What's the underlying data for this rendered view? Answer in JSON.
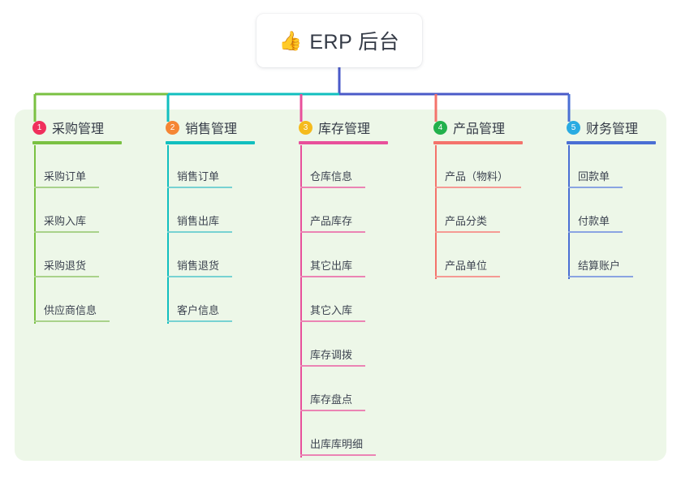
{
  "root": {
    "icon": "thumbs-up-icon",
    "emoji": "👍",
    "title": "ERP 后台"
  },
  "palette": {
    "panel_background": "#edf7e8",
    "page_background": "#ffffff",
    "root_connector": "#4a5ac8",
    "text": "#3d4451"
  },
  "columns": [
    {
      "index": "1",
      "title": "采购管理",
      "badge_color": "#f02f5c",
      "line_color": "#7ac142",
      "leaf_line_color": "#a9d28a",
      "items": [
        {
          "label": "采购订单"
        },
        {
          "label": "采购入库"
        },
        {
          "label": "采购退货"
        },
        {
          "label": "供应商信息"
        }
      ]
    },
    {
      "index": "2",
      "title": "销售管理",
      "badge_color": "#f58634",
      "line_color": "#11bfbf",
      "leaf_line_color": "#77d2d2",
      "items": [
        {
          "label": "销售订单"
        },
        {
          "label": "销售出库"
        },
        {
          "label": "销售退货"
        },
        {
          "label": "客户信息"
        }
      ]
    },
    {
      "index": "3",
      "title": "库存管理",
      "badge_color": "#f5bb1d",
      "line_color": "#e8509b",
      "leaf_line_color": "#eb84b4",
      "items": [
        {
          "label": "仓库信息"
        },
        {
          "label": "产品库存"
        },
        {
          "label": "其它出库"
        },
        {
          "label": "其它入库"
        },
        {
          "label": "库存调拨"
        },
        {
          "label": "库存盘点"
        },
        {
          "label": "出库库明细"
        }
      ]
    },
    {
      "index": "4",
      "title": "产品管理",
      "badge_color": "#22b14c",
      "line_color": "#f4736b",
      "leaf_line_color": "#f59a94",
      "items": [
        {
          "label": "产品（物料）"
        },
        {
          "label": "产品分类"
        },
        {
          "label": "产品单位"
        }
      ]
    },
    {
      "index": "5",
      "title": "财务管理",
      "badge_color": "#29abe2",
      "line_color": "#4a6fd4",
      "leaf_line_color": "#8aa4e2",
      "items": [
        {
          "label": "回款单"
        },
        {
          "label": "付款单"
        },
        {
          "label": "结算账户"
        }
      ]
    }
  ]
}
